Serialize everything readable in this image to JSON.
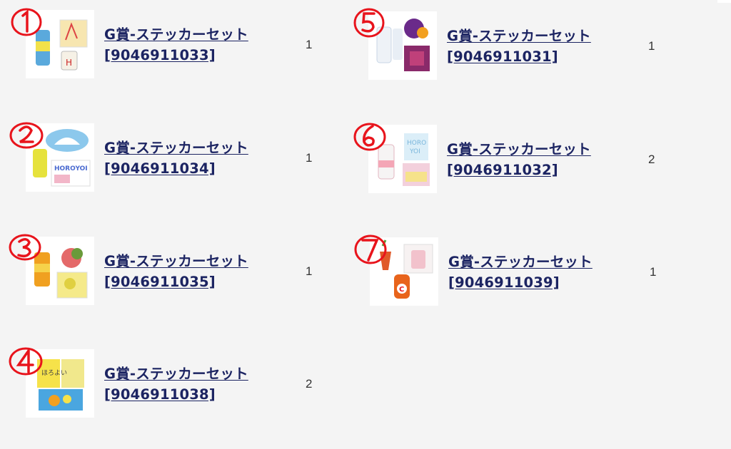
{
  "items": [
    {
      "number": "1",
      "name": "G賞-ステッカーセット",
      "code": "[9046911033]",
      "qty": "1"
    },
    {
      "number": "2",
      "name": "G賞-ステッカーセット",
      "code": "[9046911034]",
      "qty": "1"
    },
    {
      "number": "3",
      "name": "G賞-ステッカーセット",
      "code": "[9046911035]",
      "qty": "1"
    },
    {
      "number": "4",
      "name": "G賞-ステッカーセット",
      "code": "[9046911038]",
      "qty": "2"
    },
    {
      "number": "5",
      "name": "G賞-ステッカーセット",
      "code": "[9046911031]",
      "qty": "1"
    },
    {
      "number": "6",
      "name": "G賞-ステッカーセット",
      "code": "[9046911032]",
      "qty": "2"
    },
    {
      "number": "7",
      "name": "G賞-ステッカーセット",
      "code": "[9046911039]",
      "qty": "1"
    }
  ],
  "colors": {
    "link": "#1c2462",
    "annotation": "#e8141c",
    "background": "#f4f4f4"
  }
}
